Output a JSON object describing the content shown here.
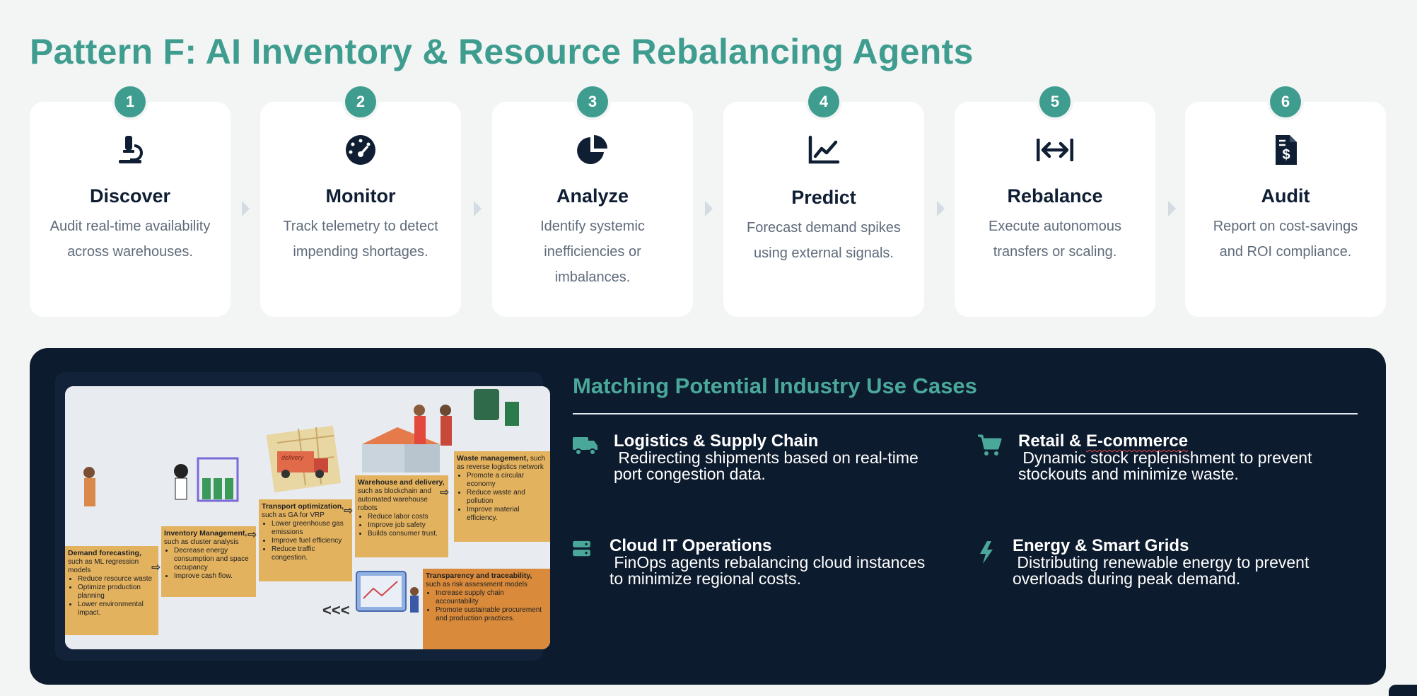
{
  "page": {
    "title": "Pattern F: AI Inventory & Resource Rebalancing Agents"
  },
  "steps": [
    {
      "number": "1",
      "icon": "microscope-icon",
      "title": "Discover",
      "desc": "Audit real-time availability across warehouses."
    },
    {
      "number": "2",
      "icon": "gauge-icon",
      "title": "Monitor",
      "desc": "Track telemetry to detect impending shortages."
    },
    {
      "number": "3",
      "icon": "pie-chart-icon",
      "title": "Analyze",
      "desc": "Identify systemic inefficiencies or imbalances."
    },
    {
      "number": "4",
      "icon": "line-chart-icon",
      "title": "Predict",
      "desc": "Forecast demand spikes using external signals."
    },
    {
      "number": "5",
      "icon": "arrows-left-right-icon",
      "title": "Rebalance",
      "desc": "Execute autonomous transfers or scaling."
    },
    {
      "number": "6",
      "icon": "invoice-dollar-icon",
      "title": "Audit",
      "desc": "Report on cost-savings and ROI compliance."
    }
  ],
  "use_cases": {
    "heading": "Matching Potential Industry Use Cases",
    "items": [
      {
        "icon": "truck-icon",
        "name": "Logistics & Supply Chain",
        "desc": " Redirecting shipments based on real-time port congestion data."
      },
      {
        "icon": "shopping-cart-icon",
        "name": "Retail & E-commerce",
        "desc": " Dynamic stock replenishment to prevent stockouts and minimize waste."
      },
      {
        "icon": "server-icon",
        "name": "Cloud IT Operations",
        "desc": " FinOps agents rebalancing cloud instances to minimize regional costs."
      },
      {
        "icon": "bolt-icon",
        "name": "Energy & Smart Grids",
        "desc": " Distributing renewable energy to prevent overloads during peak demand."
      }
    ]
  },
  "illustration": {
    "boxes": [
      {
        "title": "Demand forecasting,",
        "sub": " such as ML regression models",
        "bullets": [
          "Reduce resource waste",
          "Optimize production planning",
          "Lower environmental impact."
        ]
      },
      {
        "title": "Inventory Management,",
        "sub": " such as cluster analysis",
        "bullets": [
          "Decrease energy consumption and space occupancy",
          "Improve cash flow."
        ]
      },
      {
        "title": "Transport optimization,",
        "sub": " such as GA for VRP",
        "bullets": [
          "Lower greenhouse gas emissions",
          "Improve fuel efficiency",
          "Reduce traffic congestion."
        ]
      },
      {
        "title": "Warehouse and delivery,",
        "sub": " such as blockchain and automated warehouse robots",
        "bullets": [
          "Reduce labor costs",
          "Improve job safety",
          "Builds consumer trust."
        ]
      },
      {
        "title": "Waste management,",
        "sub": " such as reverse logistics network",
        "bullets": [
          "Promote a circular economy",
          "Reduce waste and pollution",
          "Improve material efficiency."
        ]
      },
      {
        "title": "Transparency and traceability,",
        "sub": " such as risk assessment models",
        "bullets": [
          "Increase supply chain accountability",
          "Promote sustainable procurement and production practices."
        ]
      }
    ],
    "back_arrows": "<<<",
    "truck_label": "delivery"
  },
  "colors": {
    "accent": "#3f9d90",
    "panel": "#0d1b2e",
    "box": "#e3b25f",
    "box_dark": "#d98a3a"
  }
}
